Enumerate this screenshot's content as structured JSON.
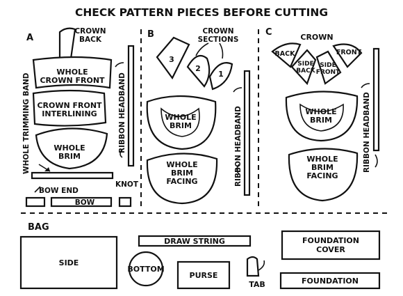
{
  "title": "CHECK PATTERN PIECES BEFORE CUTTING",
  "sections": {
    "a": "A",
    "b": "B",
    "c": "C"
  },
  "labels": {
    "a_crown_back": [
      "CROWN",
      "BACK"
    ],
    "a_whole_crown_front": [
      "WHOLE",
      "CROWN FRONT"
    ],
    "a_crown_front_interlining": [
      "CROWN FRONT",
      "INTERLINING"
    ],
    "a_whole_brim": [
      "WHOLE",
      "BRIM"
    ],
    "a_whole_trimming_band": "WHOLE TRIMMING BAND",
    "a_ribbon_headband": "RIBBON HEADBAND",
    "a_bow_end": "BOW END",
    "a_bow": "BOW",
    "a_knot": "KNOT",
    "b_crown_sections": [
      "CROWN",
      "SECTIONS"
    ],
    "b_num_3": "3",
    "b_num_2": "2",
    "b_num_1": "1",
    "b_whole_brim": [
      "WHOLE",
      "BRIM"
    ],
    "b_whole_brim_facing": [
      "WHOLE",
      "BRIM",
      "FACING"
    ],
    "b_ribbon_headband": "RIBBON HEADBAND",
    "c_crown": "CROWN",
    "c_back": "BACK",
    "c_side_back": [
      "SIDE",
      "BACK"
    ],
    "c_side_front": [
      "SIDE",
      "FRONT"
    ],
    "c_front": "FRONT",
    "c_whole_brim": [
      "WHOLE",
      "BRIM"
    ],
    "c_whole_brim_facing": [
      "WHOLE",
      "BRIM",
      "FACING"
    ],
    "c_ribbon_headband": "RIBBON HEADBAND",
    "bag": "BAG",
    "bag_side": "SIDE",
    "bag_draw_string": "DRAW STRING",
    "bag_foundation_cover": [
      "FOUNDATION",
      "COVER"
    ],
    "bag_bottom": "BOTTOM",
    "bag_purse": "PURSE",
    "bag_tab": "TAB",
    "bag_foundation": "FOUNDATION"
  }
}
